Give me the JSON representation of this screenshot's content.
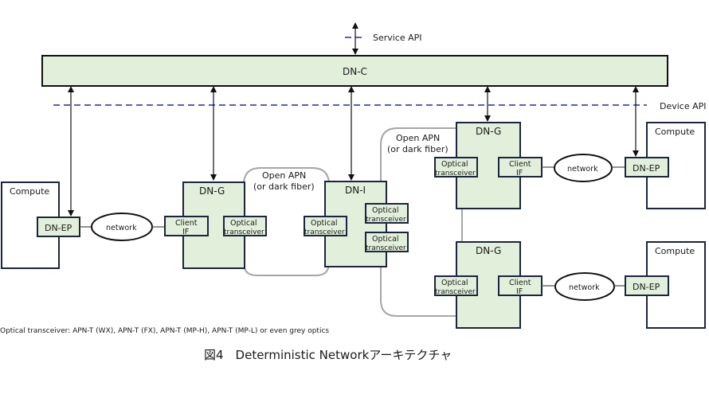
{
  "diagram": {
    "service_api_label": "Service API",
    "device_api_label": "Device API",
    "controller_label": "DN-C",
    "compute_label": "Compute",
    "dn_ep_label": "DN-EP",
    "network_label": "network",
    "dn_g_label": "DN-G",
    "dn_i_label": "DN-I",
    "client_if_line1": "Client",
    "client_if_line2": "IF",
    "optical_line1": "Optical",
    "optical_line2": "transceiver",
    "open_apn_line1": "Open APN",
    "open_apn_line2": "(or dark fiber)",
    "footnote": "Optical transceiver: APN-T (WX), APN-T (FX), APN-T (MP-H), APN-T (MP-L) or even grey optics",
    "caption": "図4　Deterministic Networkアーキテクチャ"
  },
  "colors": {
    "node_fill": "#e2efda",
    "node_border": "#1b2440",
    "api_dash": "#5b5bc0",
    "fiber": "#a6a6a6"
  }
}
